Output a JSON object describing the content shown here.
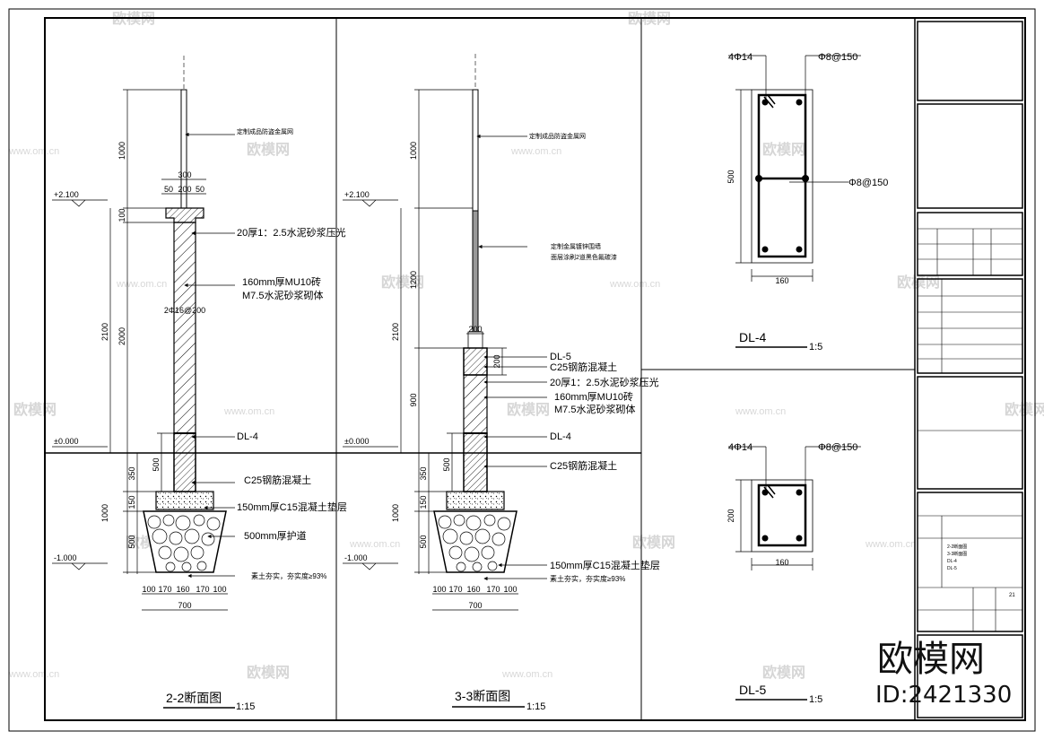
{
  "watermark": {
    "brand": "欧模网",
    "site": "www.om.cn",
    "logo_text": "欧模网",
    "id_text": "ID:2421330"
  },
  "section_2_2": {
    "title": "2-2断面图",
    "scale": "1:15",
    "elev_top": "+2.100",
    "elev_zero": "±0.000",
    "elev_bottom": "-1.000",
    "dims_left": [
      "1000",
      "100",
      "2100",
      "2000",
      "350",
      "150",
      "500",
      "1000"
    ],
    "dim_500": "500",
    "top_width": "300",
    "top_sub": [
      "50",
      "200",
      "50"
    ],
    "wall_label": "2Φ16@200",
    "bottom_dims": [
      "100",
      "170",
      "160",
      "170",
      "100"
    ],
    "bottom_total": "700",
    "callouts": [
      "定制成品防盗金属网",
      "20厚1：2.5水泥砂浆压光",
      "160mm厚MU10砖",
      "M7.5水泥砂浆砌体",
      "DL-4",
      "C25钢筋混凝土",
      "150mm厚C15混凝土垫层",
      "500mm厚护道",
      "素土夯实，夯实度≥93%"
    ]
  },
  "section_3_3": {
    "title": "3-3断面图",
    "scale": "1:15",
    "elev_top": "+2.100",
    "elev_zero": "±0.000",
    "elev_bottom": "-1.000",
    "dims_left": [
      "1000",
      "1200",
      "2100",
      "900",
      "350",
      "150",
      "500",
      "1000"
    ],
    "dim_500": "500",
    "dim_200": "200",
    "top_width": "200",
    "bottom_dims": [
      "100",
      "170",
      "160",
      "170",
      "100"
    ],
    "bottom_total": "700",
    "callouts": [
      "定制成品防盗金属网",
      "定制金属镀锌围墙",
      "面层涂刷2道黑色氟碳漆",
      "DL-5",
      "C25钢筋混凝土",
      "20厚1：2.5水泥砂浆压光",
      "160mm厚MU10砖",
      "M7.5水泥砂浆砌体",
      "DL-4",
      "C25钢筋混凝土",
      "150mm厚C15混凝土垫层",
      "素土夯实，夯实度≥93%"
    ]
  },
  "dl4": {
    "title": "DL-4",
    "scale": "1:5",
    "main_bar": "4Φ14",
    "stirrup": "Φ8@150",
    "tie": "Φ8@150",
    "height": "500",
    "width": "160"
  },
  "dl5": {
    "title": "DL-5",
    "scale": "1:5",
    "main_bar": "4Φ14",
    "stirrup": "Φ8@150",
    "height": "200",
    "width": "160"
  },
  "title_block": {
    "list": [
      "2-2断面图",
      "3-3断面图",
      "DL-4",
      "DL-5"
    ],
    "sheet_no": "21"
  }
}
